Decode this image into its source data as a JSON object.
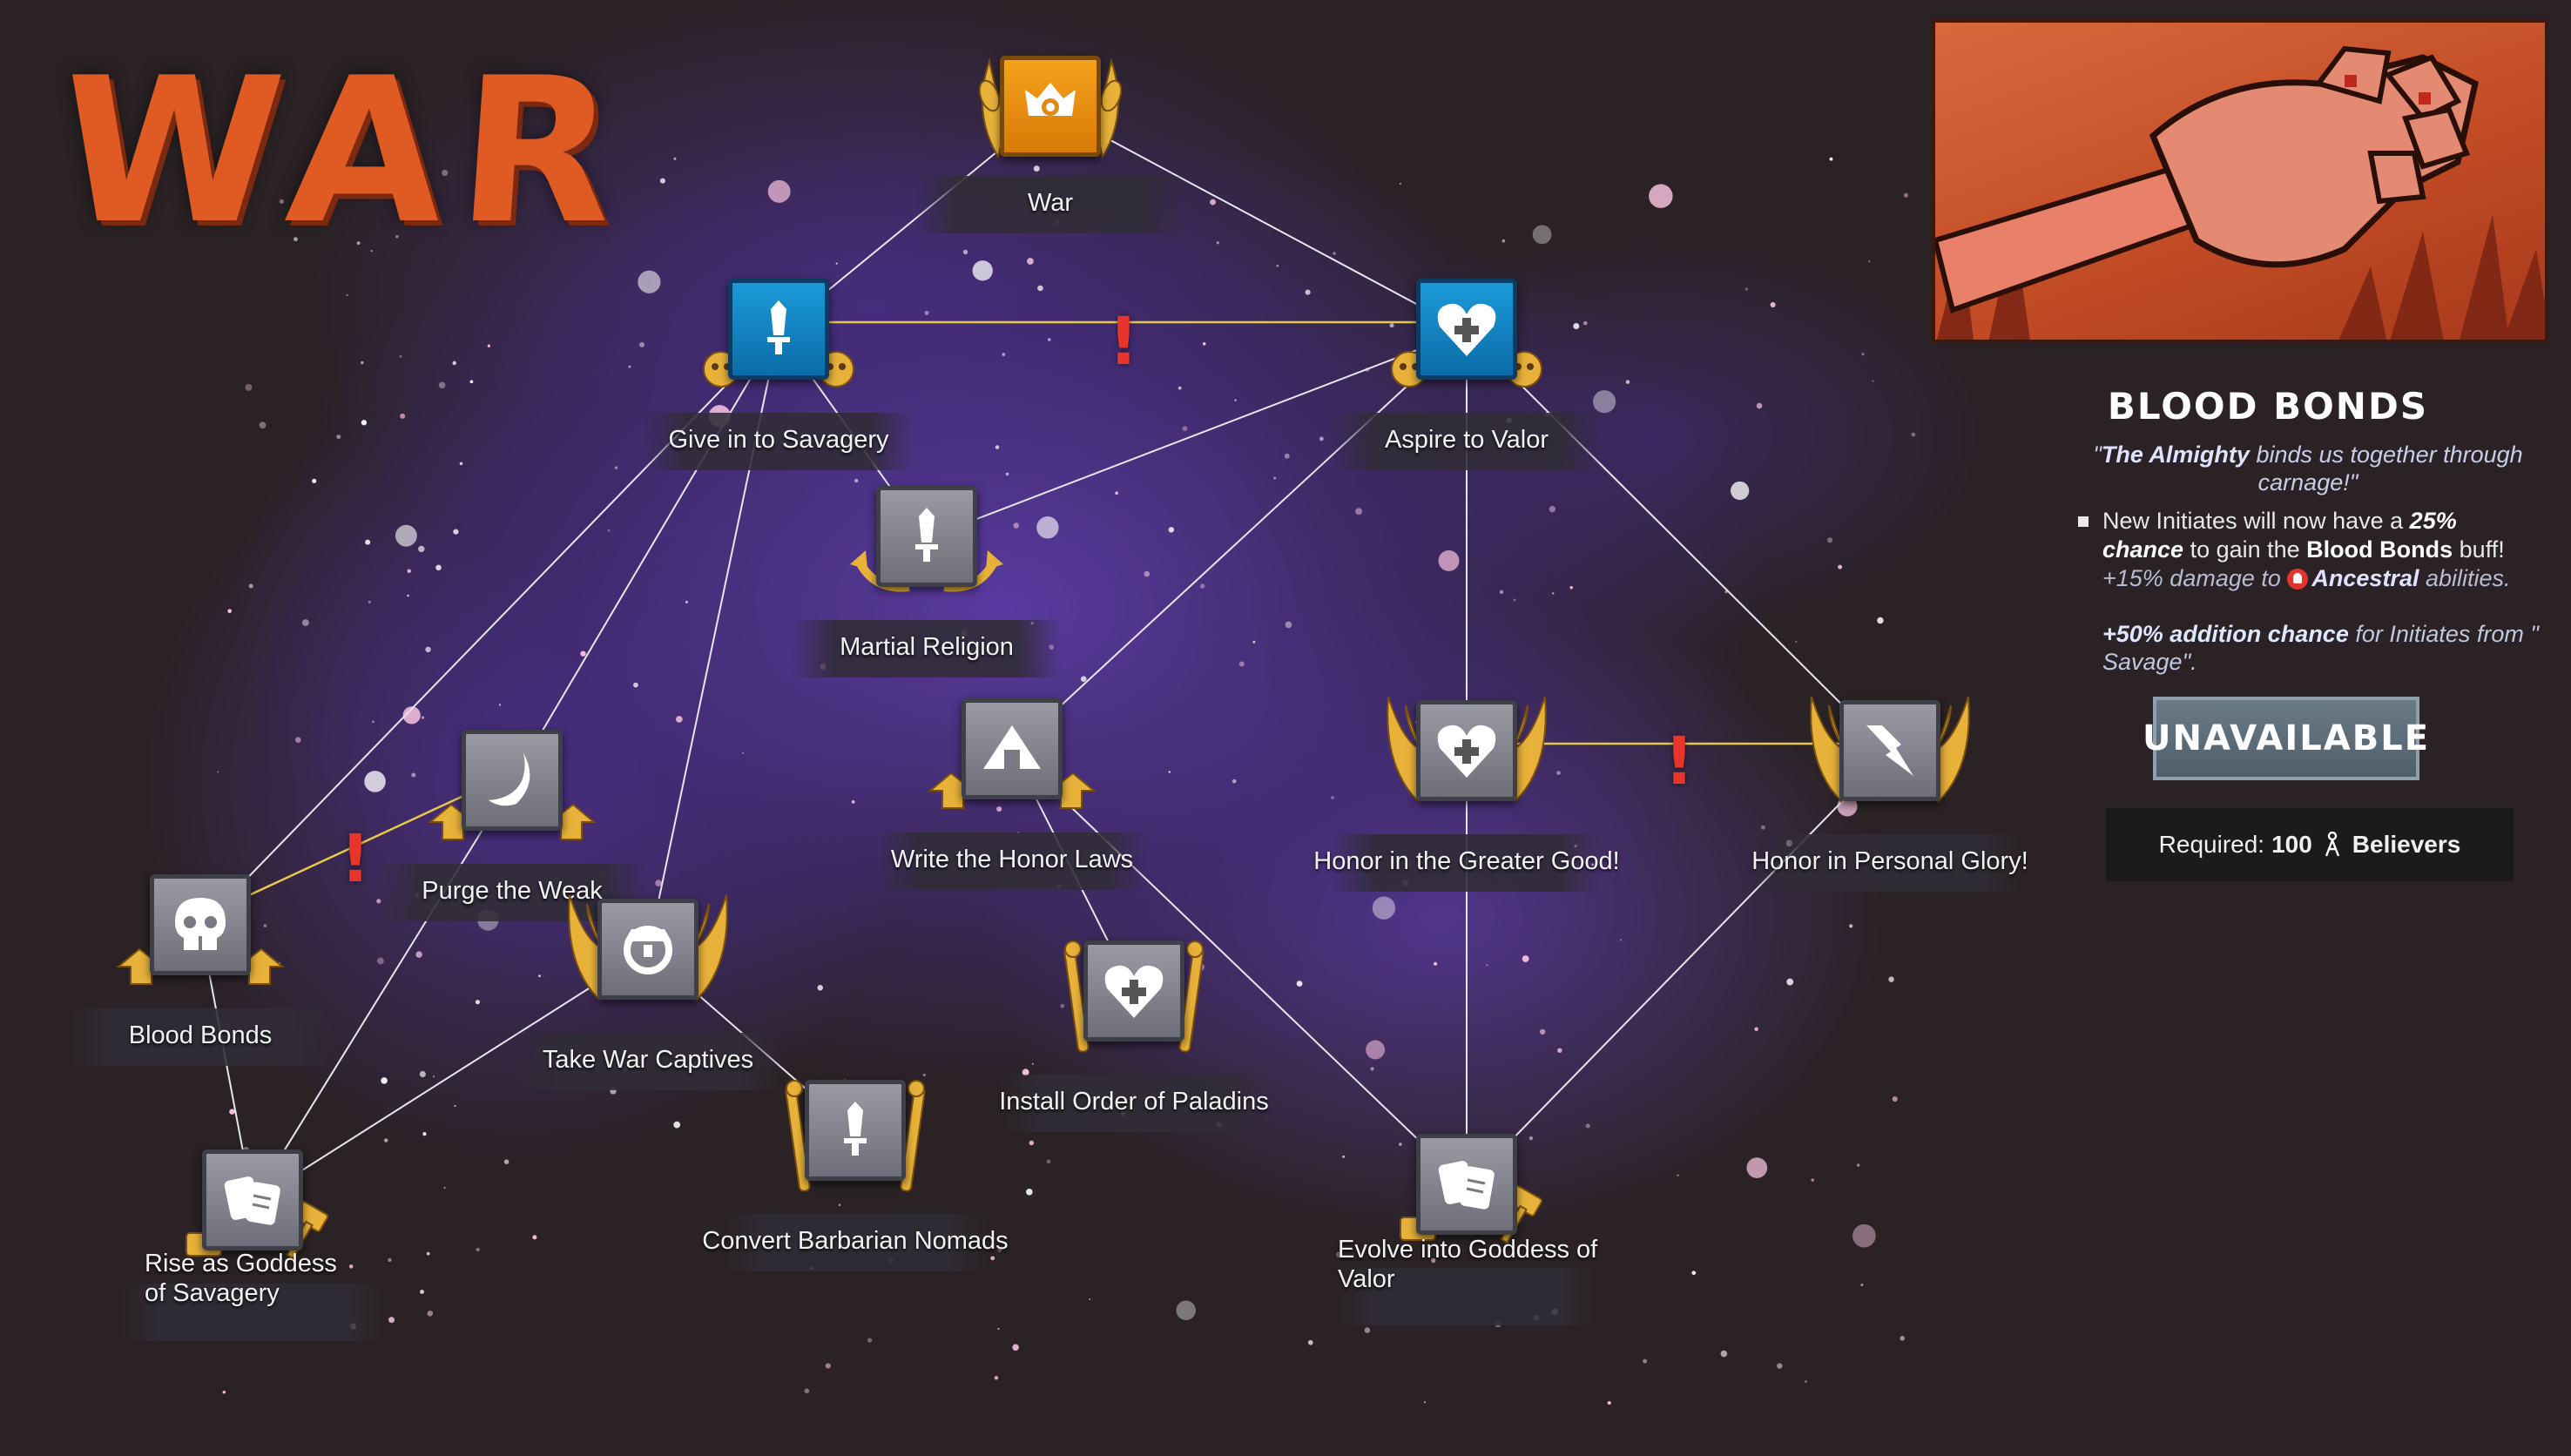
{
  "screen_title": "WAR",
  "nodes": [
    {
      "id": "war",
      "label": "War",
      "style": "gold",
      "deco": "laurel",
      "icon": "eye-crown"
    },
    {
      "id": "give-in-to-savagery",
      "label": "Give in to Savagery",
      "style": "blue",
      "deco": "skulls",
      "icon": "sword"
    },
    {
      "id": "aspire-to-valor",
      "label": "Aspire to Valor",
      "style": "blue",
      "deco": "skulls",
      "icon": "heart-cross"
    },
    {
      "id": "martial-religion",
      "label": "Martial Religion",
      "style": "grey",
      "deco": "anchors",
      "icon": "sword"
    },
    {
      "id": "write-the-honor-laws",
      "label": "Write the Honor Laws",
      "style": "grey",
      "deco": "arrows",
      "icon": "pyramid"
    },
    {
      "id": "honor-in-the-greater-good",
      "label": "Honor in the Greater Good!",
      "style": "grey",
      "deco": "wings",
      "icon": "heart-cross"
    },
    {
      "id": "honor-in-personal-glory",
      "label": "Honor in Personal Glory!",
      "style": "grey",
      "deco": "wings",
      "icon": "lightning"
    },
    {
      "id": "purge-the-weak",
      "label": "Purge the Weak",
      "style": "grey",
      "deco": "arrows",
      "icon": "moon"
    },
    {
      "id": "blood-bonds",
      "label": "Blood Bonds",
      "style": "grey",
      "deco": "arrows",
      "icon": "skull"
    },
    {
      "id": "take-war-captives",
      "label": "Take War Captives",
      "style": "grey",
      "deco": "wings",
      "icon": "shackles"
    },
    {
      "id": "install-order-of-paladins",
      "label": "Install Order of Paladins",
      "style": "grey",
      "deco": "scrolls",
      "icon": "heart-cross"
    },
    {
      "id": "convert-barbarian-nomads",
      "label": "Convert Barbarian Nomads",
      "style": "grey",
      "deco": "scrolls",
      "icon": "sword"
    },
    {
      "id": "rise-as-goddess-of-savagery",
      "label": "Rise as Goddess of Savagery",
      "style": "grey",
      "deco": "hammers",
      "icon": "tablets"
    },
    {
      "id": "evolve-into-goddess-of-valor",
      "label": "Evolve into Goddess of Valor",
      "style": "grey",
      "deco": "hammers",
      "icon": "tablets"
    }
  ],
  "detail": {
    "title": "BLOOD BONDS",
    "quote_highlight": "The Almighty",
    "quote_rest": " binds us together through carnage!",
    "effect_prefix": "New Initiates will now have a ",
    "effect_percent": "25%",
    "effect_chance": "chance",
    "effect_mid": " to gain the ",
    "effect_buff": "Blood Bonds",
    "effect_suffix": " buff!",
    "bonus_damage": "+15% damage to ",
    "bonus_ancestral": "Ancestral",
    "bonus_abilities": " abilities.",
    "addition_bold": "+50% addition chance",
    "addition_rest": " for Initiates from \" Savage\".",
    "button_label": "UNAVAILABLE",
    "required_label": "Required:",
    "required_amount": "100",
    "required_unit": "Believers"
  },
  "colors": {
    "accent_orange": "#e05a24",
    "gold_node": "#f4a21a",
    "blue_node": "#1b9ad8",
    "grey_node": "#8a8a94",
    "conflict_line": "#e8c84a",
    "warning": "#e8352b",
    "button": "#5a6a76"
  }
}
